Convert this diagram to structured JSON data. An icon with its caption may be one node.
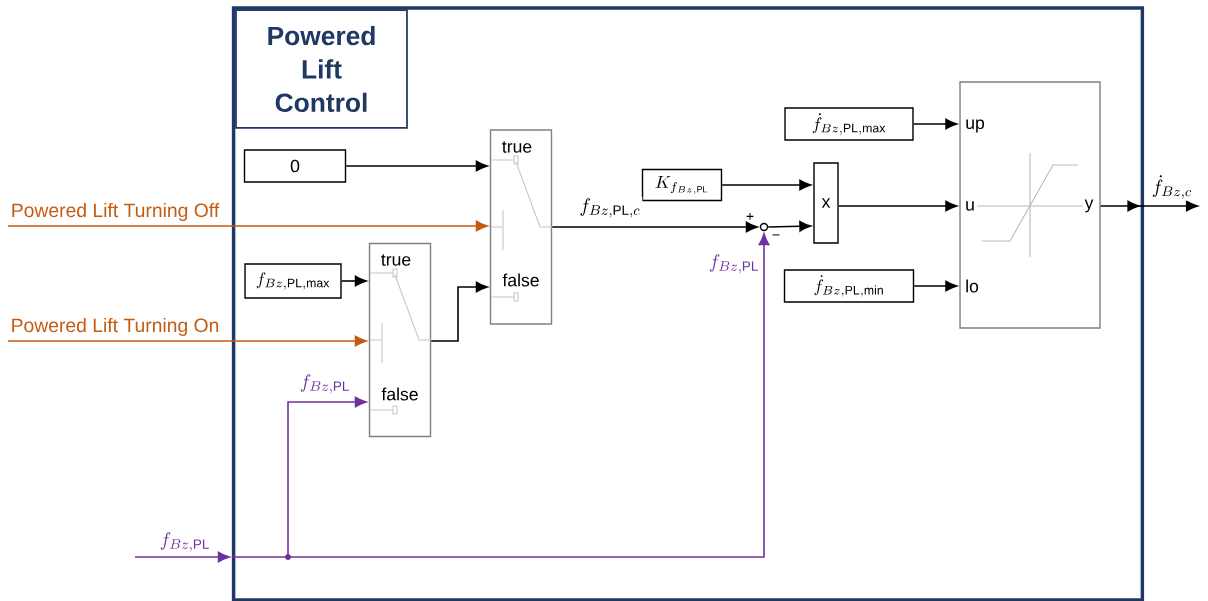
{
  "diagram": {
    "nodes": [
      {
        "text": [
          "Powered Lift Control"
        ]
      },
      {
        "text": [
          "0"
        ],
        "in": 0
      },
      {
        "text": [
          "f_{Bz,\\mathrm{PL,max}}"
        ],
        "in": 0
      },
      {
        "text": [
          "true",
          "false"
        ],
        "in": 0
      },
      {
        "text": [
          "true",
          "false"
        ],
        "in": 0
      },
      {
        "text": [
          "K_{f_{Bz,\\mathrm{PL}}}"
        ],
        "in": 0
      },
      {
        "text": [],
        "shape": "circle",
        "beside": [
          "+",
          "−"
        ],
        "in": 0
      },
      {
        "text": [
          "x"
        ],
        "in": 0
      },
      {
        "text": [
          "\\dot{f}_{Bz,\\mathrm{PL,max}}"
        ],
        "in": 0
      },
      {
        "text": [
          "\\dot{f}_{Bz,\\mathrm{PL,min}}"
        ],
        "in": 0
      },
      {
        "text": [
          "up",
          "u",
          "lo",
          "y"
        ],
        "in": 0
      },
      {
        "text": [],
        "shape": "circle",
        "in": 0
      }
    ],
    "edges": [
      {
        "from": 1,
        "to": 3,
        "arrow": "to"
      },
      {
        "from": null,
        "to": 3,
        "arrow": "to",
        "label": "Powered Lift Turning Off",
        "color": "#c55a11"
      },
      {
        "from": 2,
        "to": 4,
        "arrow": "to"
      },
      {
        "from": null,
        "to": 4,
        "arrow": "to",
        "label": "Powered Lift Turning On",
        "color": "#c55a11"
      },
      {
        "from": null,
        "to": 0,
        "arrow": "to",
        "label": "f_{Bz,\\mathrm{PL}}",
        "color": "#7030a0"
      },
      {
        "from": 11,
        "to": 4,
        "arrow": "to",
        "label": "f_{Bz,\\mathrm{PL}}",
        "color": "#7030a0"
      },
      {
        "from": 11,
        "to": 6,
        "arrow": "to",
        "label": "f_{Bz,\\mathrm{PL}}",
        "color": "#7030a0"
      },
      {
        "from": 4,
        "to": 3,
        "arrow": "to"
      },
      {
        "from": 3,
        "to": 6,
        "arrow": "to",
        "label": "f_{Bz,\\mathrm{PL},c}"
      },
      {
        "from": 5,
        "to": 7,
        "arrow": "to"
      },
      {
        "from": 6,
        "to": 7,
        "arrow": "to"
      },
      {
        "from": 8,
        "to": 10,
        "arrow": "to"
      },
      {
        "from": 7,
        "to": 10,
        "arrow": "to"
      },
      {
        "from": 9,
        "to": 10,
        "arrow": "to"
      },
      {
        "from": 10,
        "to": null,
        "arrow": "to",
        "label": "\\dot{f}_{Bz,c}"
      },
      {
        "from": 0,
        "to": 11,
        "arrow": "none",
        "color": "#7030a0"
      }
    ]
  }
}
